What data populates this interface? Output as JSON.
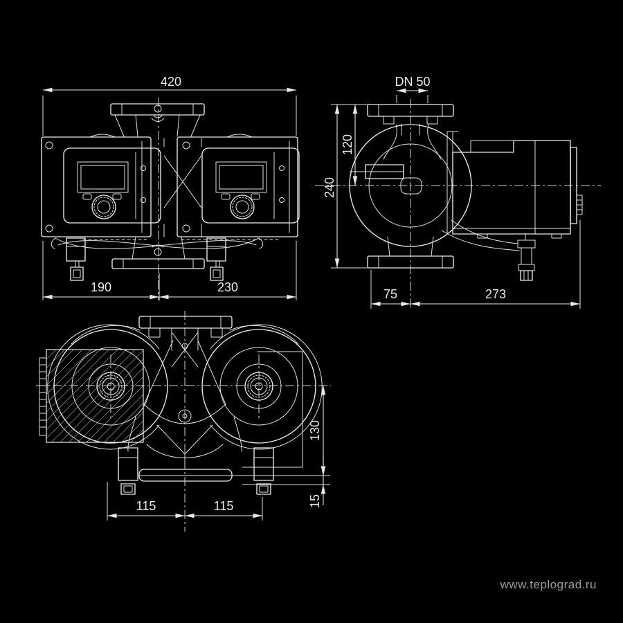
{
  "meta": {
    "background": "#000000",
    "line_color": "#ececec",
    "text_color": "#eaeaea",
    "watermark_color": "#9c9c9c"
  },
  "views": {
    "front": {
      "dims": {
        "total_width": "420",
        "left_to_center": "190",
        "center_to_right": "230"
      }
    },
    "side": {
      "dims": {
        "flange_nominal": "DN 50",
        "flange_to_axis": "120",
        "flange_to_flange": "240",
        "axis_front": "75",
        "axis_back": "273"
      }
    },
    "plan": {
      "dims": {
        "axis_to_edge": "130",
        "edge_to_foot": "15",
        "left_pitch": "115",
        "right_pitch": "115"
      }
    }
  },
  "watermark": {
    "text": "www.teplograd.ru"
  }
}
